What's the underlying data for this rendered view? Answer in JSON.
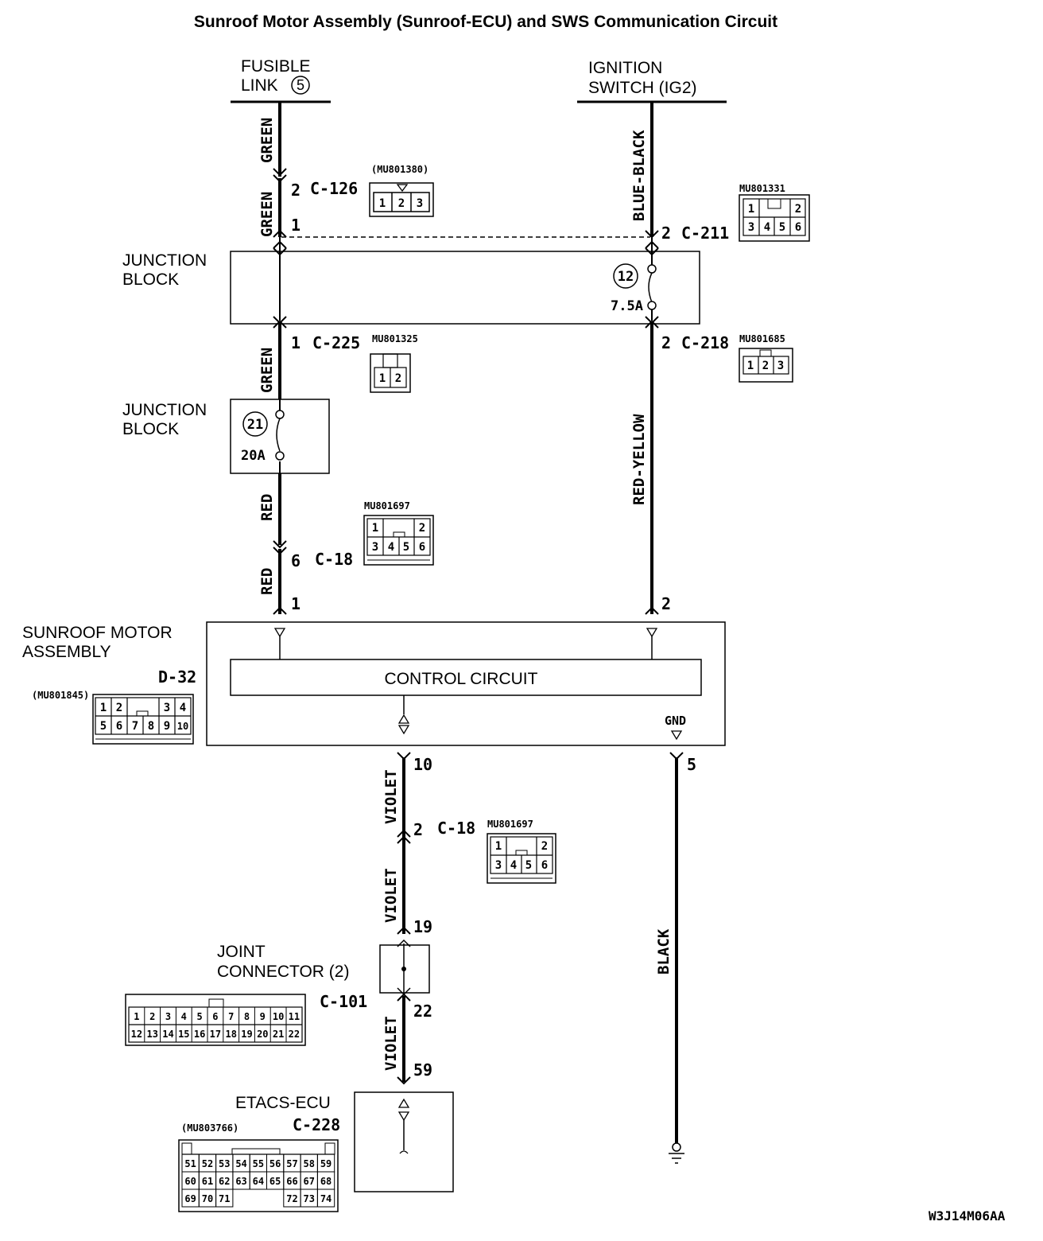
{
  "title": "Sunroof Motor Assembly (Sunroof-ECU) and SWS Communication Circuit",
  "sources": {
    "fusible_link_line1": "FUSIBLE",
    "fusible_link_line2": "LINK",
    "fusible_link_num": "5",
    "ignition_line1": "IGNITION",
    "ignition_line2": "SWITCH (IG2)"
  },
  "wires": {
    "green": "GREEN",
    "blue_black": "BLUE-BLACK",
    "red": "RED",
    "red_yellow": "RED-YELLOW",
    "violet": "VIOLET",
    "black": "BLACK"
  },
  "connectors": {
    "c126": {
      "id": "C-126",
      "pin_in": "2",
      "pin_out": "1",
      "part": "(MU801380)",
      "cells": [
        "1",
        "2",
        "3"
      ]
    },
    "c211": {
      "id": "C-211",
      "pin": "2",
      "part": "MU801331",
      "cells": [
        "1",
        "2",
        "3",
        "4",
        "5",
        "6"
      ]
    },
    "c225": {
      "id": "C-225",
      "pin": "1",
      "part": "MU801325",
      "cells": [
        "1",
        "2"
      ]
    },
    "c218": {
      "id": "C-218",
      "pin": "2",
      "part": "MU801685",
      "cells": [
        "1",
        "2",
        "3"
      ]
    },
    "c18a": {
      "id": "C-18",
      "pin": "6",
      "part": "MU801697",
      "cells": [
        "1",
        "2",
        "3",
        "4",
        "5",
        "6"
      ]
    },
    "c18b": {
      "id": "C-18",
      "pin": "2",
      "part": "MU801697",
      "cells": [
        "1",
        "2",
        "3",
        "4",
        "5",
        "6"
      ]
    },
    "d32": {
      "id": "D-32",
      "part": "(MU801845)",
      "cells": [
        "1",
        "2",
        "3",
        "4",
        "5",
        "6",
        "7",
        "8",
        "9",
        "10"
      ]
    },
    "c101": {
      "id": "C-101",
      "pin_in": "19",
      "pin_out": "22",
      "cells": [
        "1",
        "2",
        "3",
        "4",
        "5",
        "6",
        "7",
        "8",
        "9",
        "10",
        "11",
        "12",
        "13",
        "14",
        "15",
        "16",
        "17",
        "18",
        "19",
        "20",
        "21",
        "22"
      ]
    },
    "c228": {
      "id": "C-228",
      "pin": "59",
      "part": "(MU803766)",
      "cells": [
        "51",
        "52",
        "53",
        "54",
        "55",
        "56",
        "57",
        "58",
        "59",
        "60",
        "61",
        "62",
        "63",
        "64",
        "65",
        "66",
        "67",
        "68",
        "69",
        "70",
        "71",
        "72",
        "73",
        "74"
      ]
    }
  },
  "components": {
    "junction_block_1_line1": "JUNCTION",
    "junction_block_1_line2": "BLOCK",
    "fuse12_num": "12",
    "fuse12_rating": "7.5A",
    "junction_block_2_line1": "JUNCTION",
    "junction_block_2_line2": "BLOCK",
    "fuse21_num": "21",
    "fuse21_rating": "20A",
    "sunroof_line1": "SUNROOF MOTOR",
    "sunroof_line2": "ASSEMBLY",
    "sunroof_pin_left": "1",
    "sunroof_pin_right": "2",
    "sunroof_pin_comm": "10",
    "sunroof_pin_gnd": "5",
    "control_circuit": "CONTROL CIRCUIT",
    "gnd": "GND",
    "joint_connector_line1": "JOINT",
    "joint_connector_line2": "CONNECTOR (2)",
    "etacs": "ETACS-ECU"
  },
  "figure_code": "W3J14M06AA"
}
